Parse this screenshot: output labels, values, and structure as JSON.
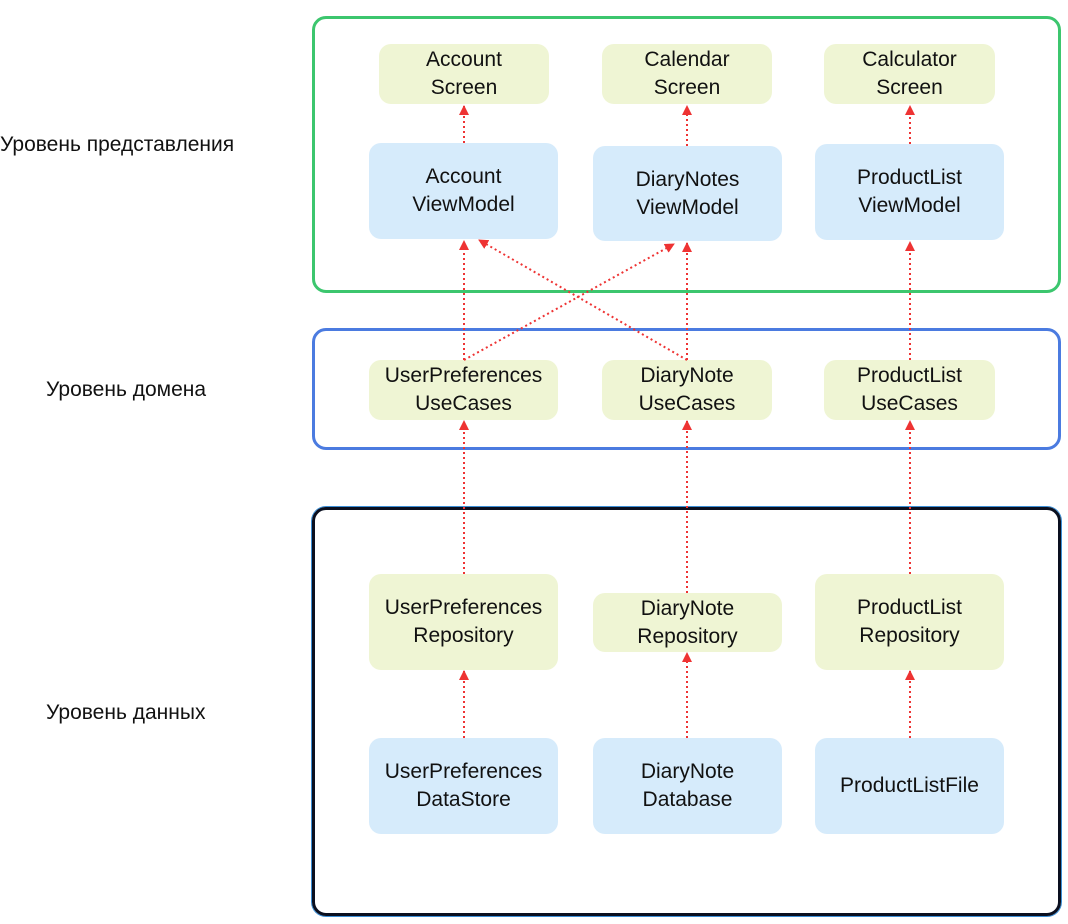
{
  "layers": {
    "presentation": "Уровень представления",
    "domain": "Уровень домена",
    "data": "Уровень данных"
  },
  "nodes": {
    "account_screen": "Account\nScreen",
    "calendar_screen": "Calendar\nScreen",
    "calculator_screen": "Calculator\nScreen",
    "account_viewmodel": "Account\nViewModel",
    "diarynotes_viewmodel": "DiaryNotes\nViewModel",
    "productlist_viewmodel": "ProductList\nViewModel",
    "userpreferences_usecases": "UserPreferences\nUseCases",
    "diarynote_usecases": "DiaryNote\nUseCases",
    "productlist_usecases": "ProductList\nUseCases",
    "userpreferences_repository": "UserPreferences\nRepository",
    "diarynote_repository": "DiaryNote\nRepository",
    "productlist_repository": "ProductList\nRepository",
    "userpreferences_datastore": "UserPreferences\nDataStore",
    "diarynote_database": "DiaryNote\nDatabase",
    "productlist_file": "ProductListFile"
  },
  "colors": {
    "presentation_border": "#3cc66e",
    "domain_border": "#4b7be0",
    "data_border": "#0a0f1f",
    "node_green": "#eff5d4",
    "node_blue": "#d6ebfb",
    "arrow": "#ee3333"
  }
}
